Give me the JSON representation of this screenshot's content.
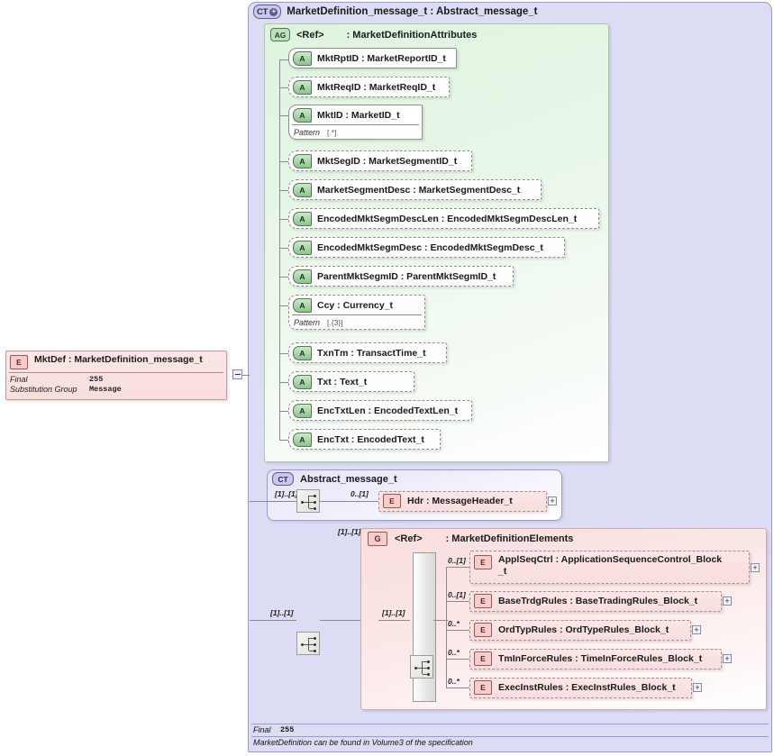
{
  "diagram": {
    "root_type": {
      "badge": "CT",
      "expander": "+",
      "title": "MarketDefinition_message_t : Abstract_message_t"
    },
    "attribute_group": {
      "badge": "AG",
      "ref": "<Ref>",
      "name": ": MarketDefinitionAttributes",
      "attributes": [
        {
          "badge": "A",
          "label": "MktRptID : MarketReportID_t",
          "style": "solid",
          "facet": null
        },
        {
          "badge": "A",
          "label": "MktReqID : MarketReqID_t",
          "style": "dashed",
          "facet": null
        },
        {
          "badge": "A",
          "label": "MktID       : MarketID_t",
          "style": "solid",
          "facet": {
            "name": "Pattern",
            "value": "[.*]"
          }
        },
        {
          "badge": "A",
          "label": "MktSegID : MarketSegmentID_t",
          "style": "dashed",
          "facet": null
        },
        {
          "badge": "A",
          "label": "MarketSegmentDesc : MarketSegmentDesc_t",
          "style": "dashed",
          "facet": null
        },
        {
          "badge": "A",
          "label": "EncodedMktSegmDescLen : EncodedMktSegmDescLen_t",
          "style": "dashed",
          "facet": null
        },
        {
          "badge": "A",
          "label": "EncodedMktSegmDesc : EncodedMktSegmDesc_t",
          "style": "dashed",
          "facet": null
        },
        {
          "badge": "A",
          "label": "ParentMktSegmID : ParentMktSegmID_t",
          "style": "dashed",
          "facet": null
        },
        {
          "badge": "A",
          "label": "Ccy          : Currency_t",
          "style": "dashed",
          "facet": {
            "name": "Pattern",
            "value": "[.{3}]"
          }
        },
        {
          "badge": "A",
          "label": "TxnTm   : TransactTime_t",
          "style": "dashed",
          "facet": null
        },
        {
          "badge": "A",
          "label": "Txt         : Text_t",
          "style": "dashed",
          "facet": null
        },
        {
          "badge": "A",
          "label": "EncTxtLen : EncodedTextLen_t",
          "style": "dashed",
          "facet": null
        },
        {
          "badge": "A",
          "label": "EncTxt    : EncodedText_t",
          "style": "dashed",
          "facet": null
        }
      ]
    },
    "root_element": {
      "badge": "E",
      "label": "MktDef    : MarketDefinition_message_t",
      "properties": [
        {
          "key": "Final",
          "value": "255"
        },
        {
          "key": "Substitution Group",
          "value": "Message"
        }
      ],
      "connector": "−"
    },
    "abstract_message": {
      "badge": "CT",
      "title": "Abstract_message_t",
      "left_cardinality": "[1]..[1]",
      "compositor": "sequence-icon",
      "child_cardinality": "0..[1]",
      "child": {
        "badge": "E",
        "label": "Hdr         : MessageHeader_t",
        "expander": "+"
      }
    },
    "elements_group": {
      "badge": "G",
      "ref": "<Ref>",
      "name": ": MarketDefinitionElements",
      "outer_cardinality": "[1]..[1]",
      "outer_left_cardinality": "[1]..[1]",
      "inner_cardinality": "[1]..[1]",
      "compositor": "sequence-icon",
      "children": [
        {
          "badge": "E",
          "cardinality": "0..[1]",
          "label": "ApplSeqCtrl : ApplicationSequenceControl_Block\n_t",
          "expander": "+"
        },
        {
          "badge": "E",
          "cardinality": "0..[1]",
          "label": "BaseTrdgRules : BaseTradingRules_Block_t",
          "expander": "+"
        },
        {
          "badge": "E",
          "cardinality": "0..*",
          "label": "OrdTypRules : OrdTypeRules_Block_t",
          "expander": "+"
        },
        {
          "badge": "E",
          "cardinality": "0..*",
          "label": "TmInForceRules : TimeInForceRules_Block_t",
          "expander": "+"
        },
        {
          "badge": "E",
          "cardinality": "0..*",
          "label": "ExecInstRules : ExecInstRules_Block_t",
          "expander": "+"
        }
      ]
    },
    "footer": {
      "final_key": "Final",
      "final_value": "255",
      "note": "MarketDefinition can be found in Volume3 of the specification"
    }
  },
  "colors": {
    "container_bg": "#dcdcf4",
    "container_border": "#9a9ad0",
    "attr_green": "#dff3df",
    "element_pink": "#fbe6e6",
    "element_badge_border": "#a05454"
  }
}
